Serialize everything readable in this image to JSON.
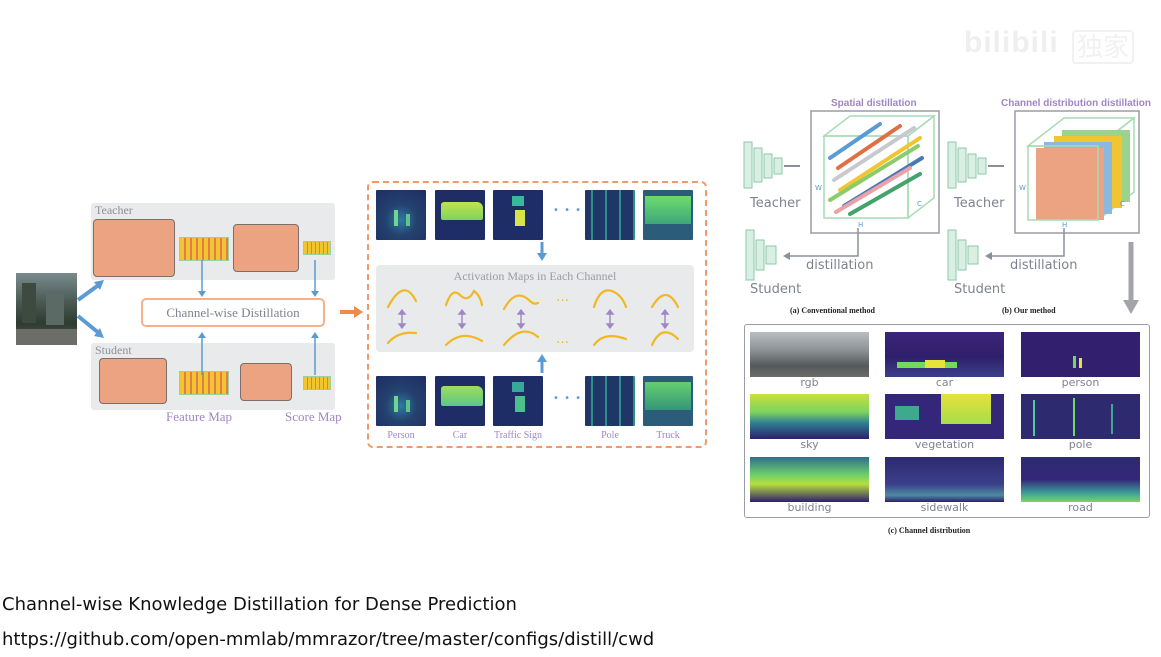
{
  "watermark": {
    "brand": "bilibili",
    "tag": "独家"
  },
  "left_diagram": {
    "teacher_label": "Teacher",
    "student_label": "Student",
    "center_label": "Channel-wise Distillation",
    "feature_map_label": "Feature Map",
    "score_map_label": "Score Map"
  },
  "middle_diagram": {
    "activation_title": "Activation Maps in Each Channel",
    "ellipsis": "• • •",
    "dots": "…",
    "classes": [
      "Person",
      "Car",
      "Traffic Sign",
      "Pole",
      "Truck"
    ]
  },
  "right_diagram": {
    "spatial_title": "Spatial distillation",
    "channel_title": "Channel distribution distillation",
    "teacher_label": "Teacher",
    "student_label": "Student",
    "distillation_label": "distillation",
    "axis_w": "W",
    "axis_h": "H",
    "axis_c": "C",
    "caption_a": "(a) Conventional method",
    "caption_b": "(b) Our method",
    "caption_c": "(c) Channel distribution",
    "grid_labels": [
      "rgb",
      "car",
      "person",
      "sky",
      "vegetation",
      "pole",
      "building",
      "sidewalk",
      "road"
    ]
  },
  "footer": {
    "title": "Channel-wise Knowledge Distillation for Dense Prediction",
    "url": "https://github.com/open-mmlab/mmrazor/tree/master/configs/distill/cwd"
  },
  "colors": {
    "orange_block": "#eba382",
    "panel_gray": "#e9eaec",
    "dashed_orange": "#ef9a6a",
    "arrow_blue": "#5b9bd5",
    "curve_yellow": "#f0b823",
    "purple": "#9f86c4",
    "heat_dark": "#2f1f6b",
    "heat_yellow": "#e6e23a"
  }
}
